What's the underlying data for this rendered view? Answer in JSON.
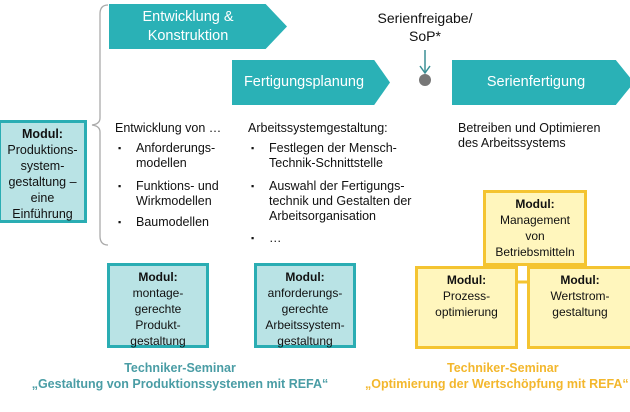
{
  "phases": [
    {
      "label": "Entwicklung & Konstruktion"
    },
    {
      "label": "Fertigungsplanung"
    },
    {
      "label": "Serienfertigung"
    }
  ],
  "milestone": {
    "line1": "Serienfreigabe/",
    "line2": "SoP*"
  },
  "left_module": {
    "title": "Modul:",
    "text": "Produktions-system-gestaltung – eine Einführung"
  },
  "col1": {
    "title": "Entwicklung von …",
    "items": [
      "Anforderungs-\nmodellen",
      "Funktions- und\nWirkmodellen",
      "Baumodellen"
    ]
  },
  "col2": {
    "title": "Arbeitssystemgestaltung:",
    "items": [
      "Festlegen der Mensch-\nTechnik-Schnittstelle",
      "Auswahl der Fertigungs-\ntechnik und Gestalten der\nArbeitsorganisation",
      "…"
    ]
  },
  "col3": {
    "text": "Betreiben und Optimieren\ndes Arbeitssystems"
  },
  "teal_modules": [
    {
      "title": "Modul:",
      "text": "montage-\ngerechte\nProdukt-\ngestaltung"
    },
    {
      "title": "Modul:",
      "text": "anforderungs-\ngerechte\nArbeitssystem-\ngestaltung"
    }
  ],
  "yellow_modules": [
    {
      "title": "Modul:",
      "text": "Management\nvon\nBetriebsmitteln"
    },
    {
      "title": "Modul:",
      "text": "Prozess-\noptimierung"
    },
    {
      "title": "Modul:",
      "text": "Wertstrom-\ngestaltung"
    }
  ],
  "captions": [
    {
      "line1": "Techniker-Seminar",
      "line2": "„Gestaltung von Produktionssystemen mit REFA“"
    },
    {
      "line1": "Techniker-Seminar",
      "line2": "„Optimierung der Wertschöpfung mit REFA“"
    }
  ],
  "colors": {
    "teal": "#2ab1b6",
    "teal_text": "#4a9da5",
    "yellow_text": "#f3b72d"
  },
  "bullet": "▪"
}
